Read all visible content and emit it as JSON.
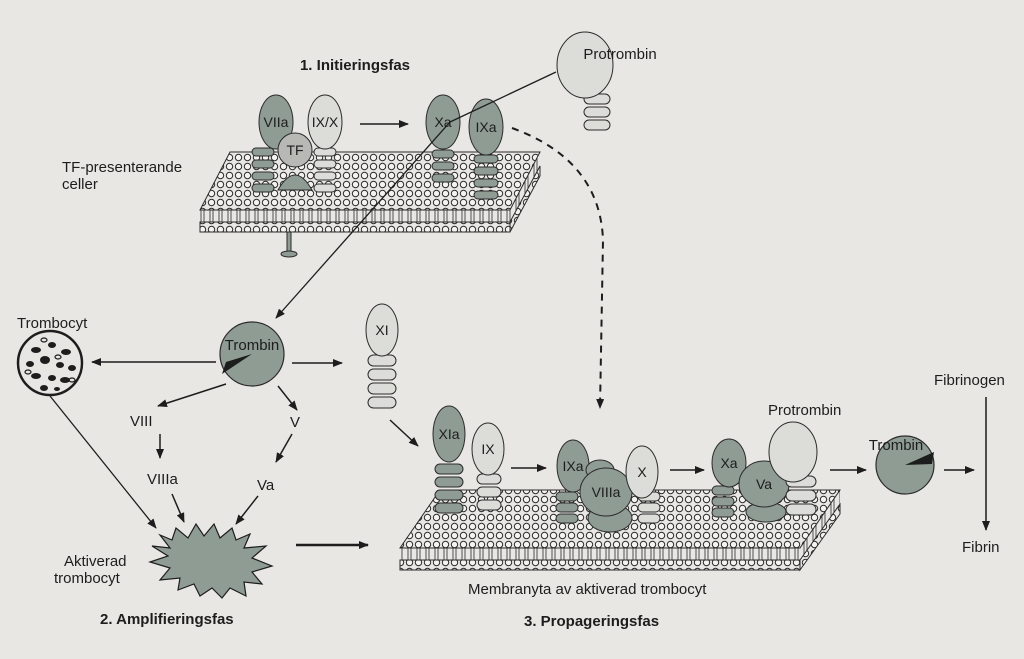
{
  "phases": {
    "initiation": "1. Initieringsfas",
    "amplification": "2. Amplifieringsfas",
    "propagation": "3. Propageringsfas"
  },
  "labels": {
    "tf_cells_line1": "TF-presenterande",
    "tf_cells_line2": "celler",
    "trombocyt": "Trombocyt",
    "aktiverad_line1": "Aktiverad",
    "aktiverad_line2": "trombocyt",
    "membrane": "Membranyta av aktiverad trombocyt",
    "protrombin_top": "Protrombin",
    "protrombin_right": "Protrombin",
    "fibrinogen": "Fibrinogen",
    "fibrin": "Fibrin"
  },
  "factors": {
    "VIIa": "VIIa",
    "TF": "TF",
    "IX_X": "IX/X",
    "Xa_top": "Xa",
    "IXa_top": "IXa",
    "Trombin_mid": "Trombin",
    "XI": "XI",
    "VIII": "VIII",
    "V": "V",
    "VIIIa": "VIIIa",
    "Va": "Va",
    "XIa": "XIa",
    "IX": "IX",
    "IXa_bottom": "IXa",
    "VIIIa_bottom": "VIIIa",
    "X": "X",
    "Xa_bottom": "Xa",
    "Va_bottom": "Va",
    "Trombin_right": "Trombin"
  },
  "colors": {
    "background": "#e9e7e3",
    "dark_factor": "#8f9c94",
    "light_factor": "#dcdcd8",
    "outline": "#2b2b2b"
  }
}
